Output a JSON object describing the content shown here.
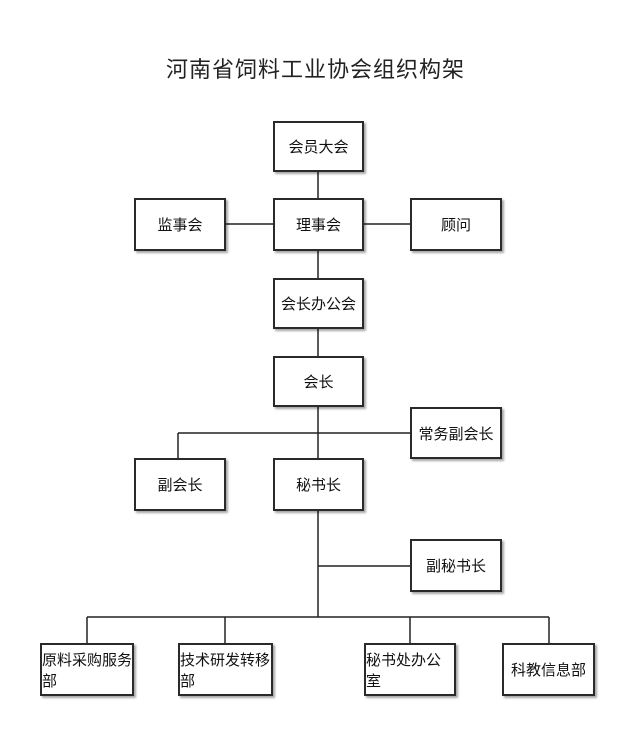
{
  "title": "河南省饲料工业协会组织构架",
  "nodes": {
    "general_assembly": "会员大会",
    "supervisory_board": "监事会",
    "council": "理事会",
    "advisor": "顾问",
    "president_office": "会长办公会",
    "president": "会长",
    "executive_vp": "常务副会长",
    "vice_president": "副会长",
    "secretary_general": "秘书长",
    "deputy_secretary_general": "副秘书长",
    "dept_procurement": "原料采购服务部",
    "dept_tech_transfer": "技术研发转移部",
    "dept_secretariat_office": "秘书处办公室",
    "dept_science_education": "科教信息部"
  }
}
